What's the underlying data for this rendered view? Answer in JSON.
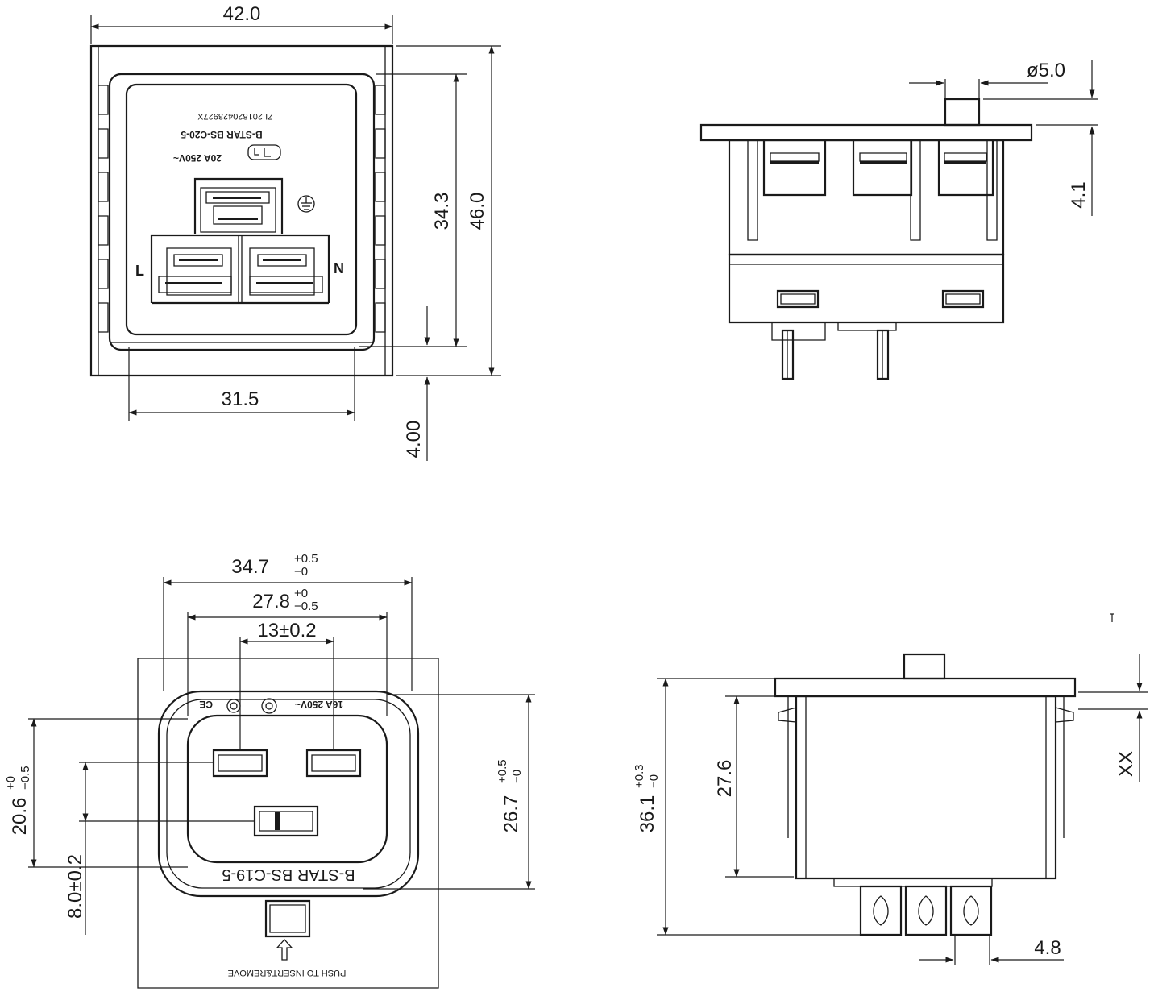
{
  "top_view": {
    "width": "42.0",
    "inner_width": "31.5",
    "inner_height": "34.3",
    "height": "46.0",
    "offset": "4.00",
    "serial": "ZL201820423927X",
    "model": "B-STAR BS-C20-5",
    "rating": "20A 250V~",
    "label_l": "L",
    "label_n": "N"
  },
  "side_view": {
    "diameter": "ø5.0",
    "tab_height": "4.1"
  },
  "front_view": {
    "width_a": "34.7",
    "width_a_tol_upper": "+0.5",
    "width_a_tol_lower": "−0",
    "width_b": "27.8",
    "width_b_tol_upper": "+0",
    "width_b_tol_lower": "−0.5",
    "pin_spacing": "13±0.2",
    "height_a": "20.6",
    "height_a_tol_upper": "+0",
    "height_a_tol_lower": "−0.5",
    "earth_offset": "8.0±0.2",
    "height_b": "26.7",
    "height_b_tol_upper": "+0.5",
    "height_b_tol_lower": "−0",
    "brand": "B-STAR BS-C19-5",
    "rating": "16A 250V~",
    "push_text": "PUSH TO INSERT&REMOVE"
  },
  "profile_view": {
    "depth": "27.6",
    "total_height": "36.1",
    "total_tol_upper": "+0.3",
    "total_tol_lower": "−0",
    "panel": "XX",
    "pin_width": "4.8"
  },
  "colors": {
    "line": "#1a1a1a",
    "background": "#ffffff"
  }
}
